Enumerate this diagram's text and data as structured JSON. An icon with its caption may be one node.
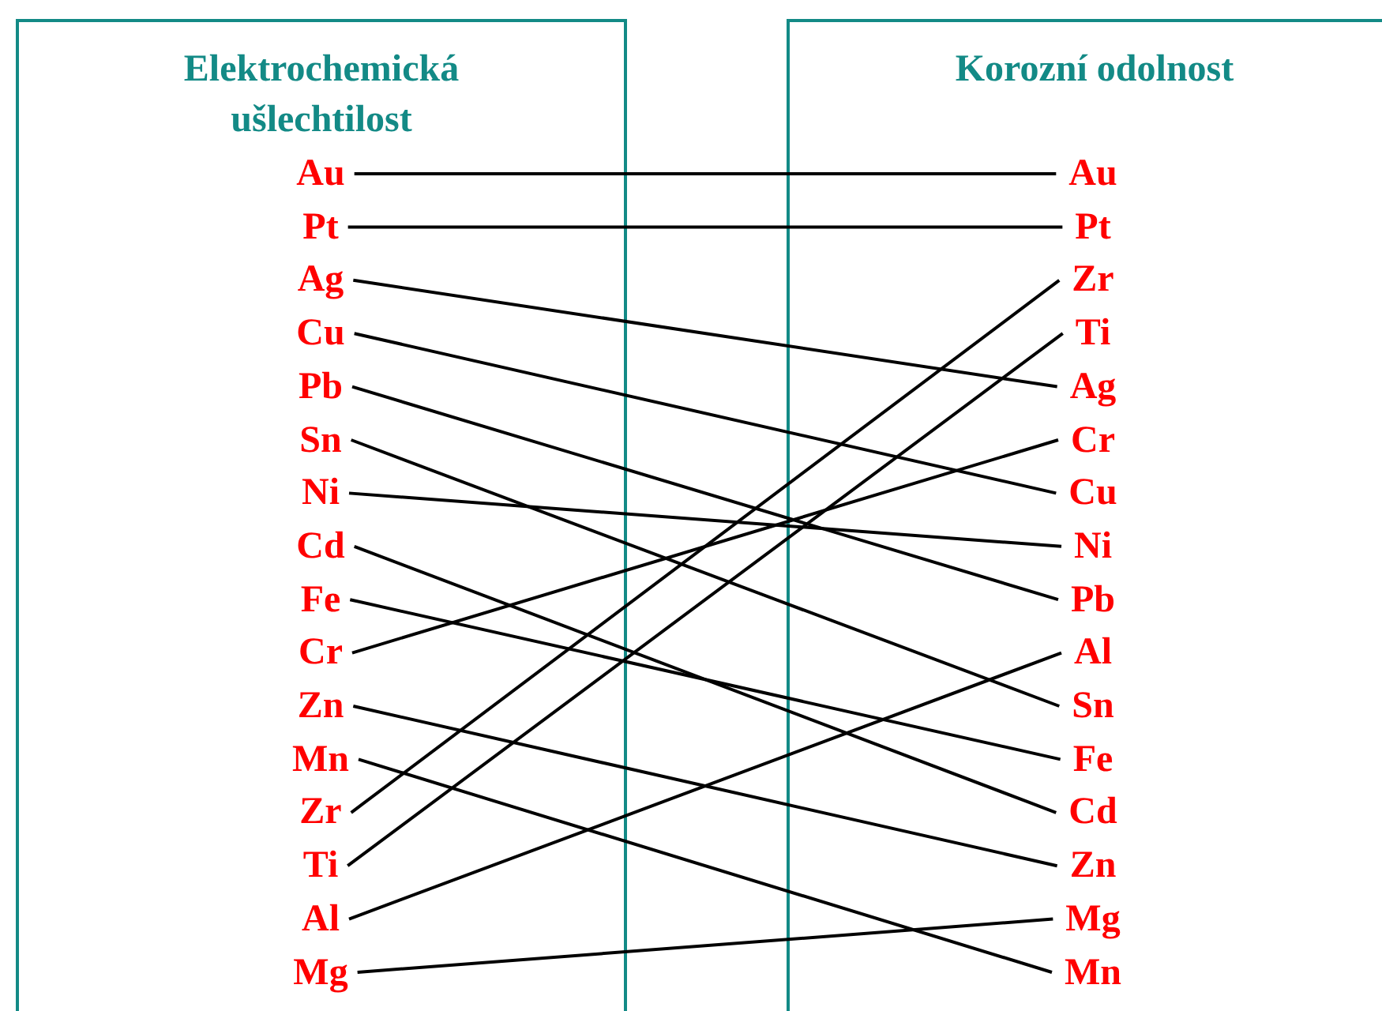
{
  "diagram": {
    "nodes": [
      {
        "text": [
          "Elektrochemická ušlechtilost"
        ]
      },
      {
        "text": [
          "Korozní odolnost"
        ]
      },
      {
        "text": [
          "Au"
        ],
        "in": 0
      },
      {
        "text": [
          "Pt"
        ],
        "in": 0
      },
      {
        "text": [
          "Ag"
        ],
        "in": 0
      },
      {
        "text": [
          "Cu"
        ],
        "in": 0
      },
      {
        "text": [
          "Pb"
        ],
        "in": 0
      },
      {
        "text": [
          "Sn"
        ],
        "in": 0
      },
      {
        "text": [
          "Ni"
        ],
        "in": 0
      },
      {
        "text": [
          "Cd"
        ],
        "in": 0
      },
      {
        "text": [
          "Fe"
        ],
        "in": 0
      },
      {
        "text": [
          "Cr"
        ],
        "in": 0
      },
      {
        "text": [
          "Zn"
        ],
        "in": 0
      },
      {
        "text": [
          "Mn"
        ],
        "in": 0
      },
      {
        "text": [
          "Zr"
        ],
        "in": 0
      },
      {
        "text": [
          "Ti"
        ],
        "in": 0
      },
      {
        "text": [
          "Al"
        ],
        "in": 0
      },
      {
        "text": [
          "Mg"
        ],
        "in": 0
      },
      {
        "text": [
          "Au"
        ],
        "in": 1
      },
      {
        "text": [
          "Pt"
        ],
        "in": 1
      },
      {
        "text": [
          "Zr"
        ],
        "in": 1
      },
      {
        "text": [
          "Ti"
        ],
        "in": 1
      },
      {
        "text": [
          "Ag"
        ],
        "in": 1
      },
      {
        "text": [
          "Cr"
        ],
        "in": 1
      },
      {
        "text": [
          "Cu"
        ],
        "in": 1
      },
      {
        "text": [
          "Ni"
        ],
        "in": 1
      },
      {
        "text": [
          "Pb"
        ],
        "in": 1
      },
      {
        "text": [
          "Al"
        ],
        "in": 1
      },
      {
        "text": [
          "Sn"
        ],
        "in": 1
      },
      {
        "text": [
          "Fe"
        ],
        "in": 1
      },
      {
        "text": [
          "Cd"
        ],
        "in": 1
      },
      {
        "text": [
          "Zn"
        ],
        "in": 1
      },
      {
        "text": [
          "Mg"
        ],
        "in": 1
      },
      {
        "text": [
          "Mn"
        ],
        "in": 1
      }
    ],
    "edges": [
      {
        "from": 2,
        "to": 18,
        "arrow": "none"
      },
      {
        "from": 3,
        "to": 19,
        "arrow": "none"
      },
      {
        "from": 4,
        "to": 22,
        "arrow": "none"
      },
      {
        "from": 5,
        "to": 24,
        "arrow": "none"
      },
      {
        "from": 6,
        "to": 26,
        "arrow": "none"
      },
      {
        "from": 7,
        "to": 28,
        "arrow": "none"
      },
      {
        "from": 8,
        "to": 25,
        "arrow": "none"
      },
      {
        "from": 9,
        "to": 30,
        "arrow": "none"
      },
      {
        "from": 10,
        "to": 29,
        "arrow": "none"
      },
      {
        "from": 11,
        "to": 23,
        "arrow": "none"
      },
      {
        "from": 12,
        "to": 31,
        "arrow": "none"
      },
      {
        "from": 13,
        "to": 33,
        "arrow": "none"
      },
      {
        "from": 14,
        "to": 20,
        "arrow": "none"
      },
      {
        "from": 15,
        "to": 21,
        "arrow": "none"
      },
      {
        "from": 16,
        "to": 27,
        "arrow": "none"
      },
      {
        "from": 17,
        "to": 32,
        "arrow": "none"
      }
    ]
  }
}
